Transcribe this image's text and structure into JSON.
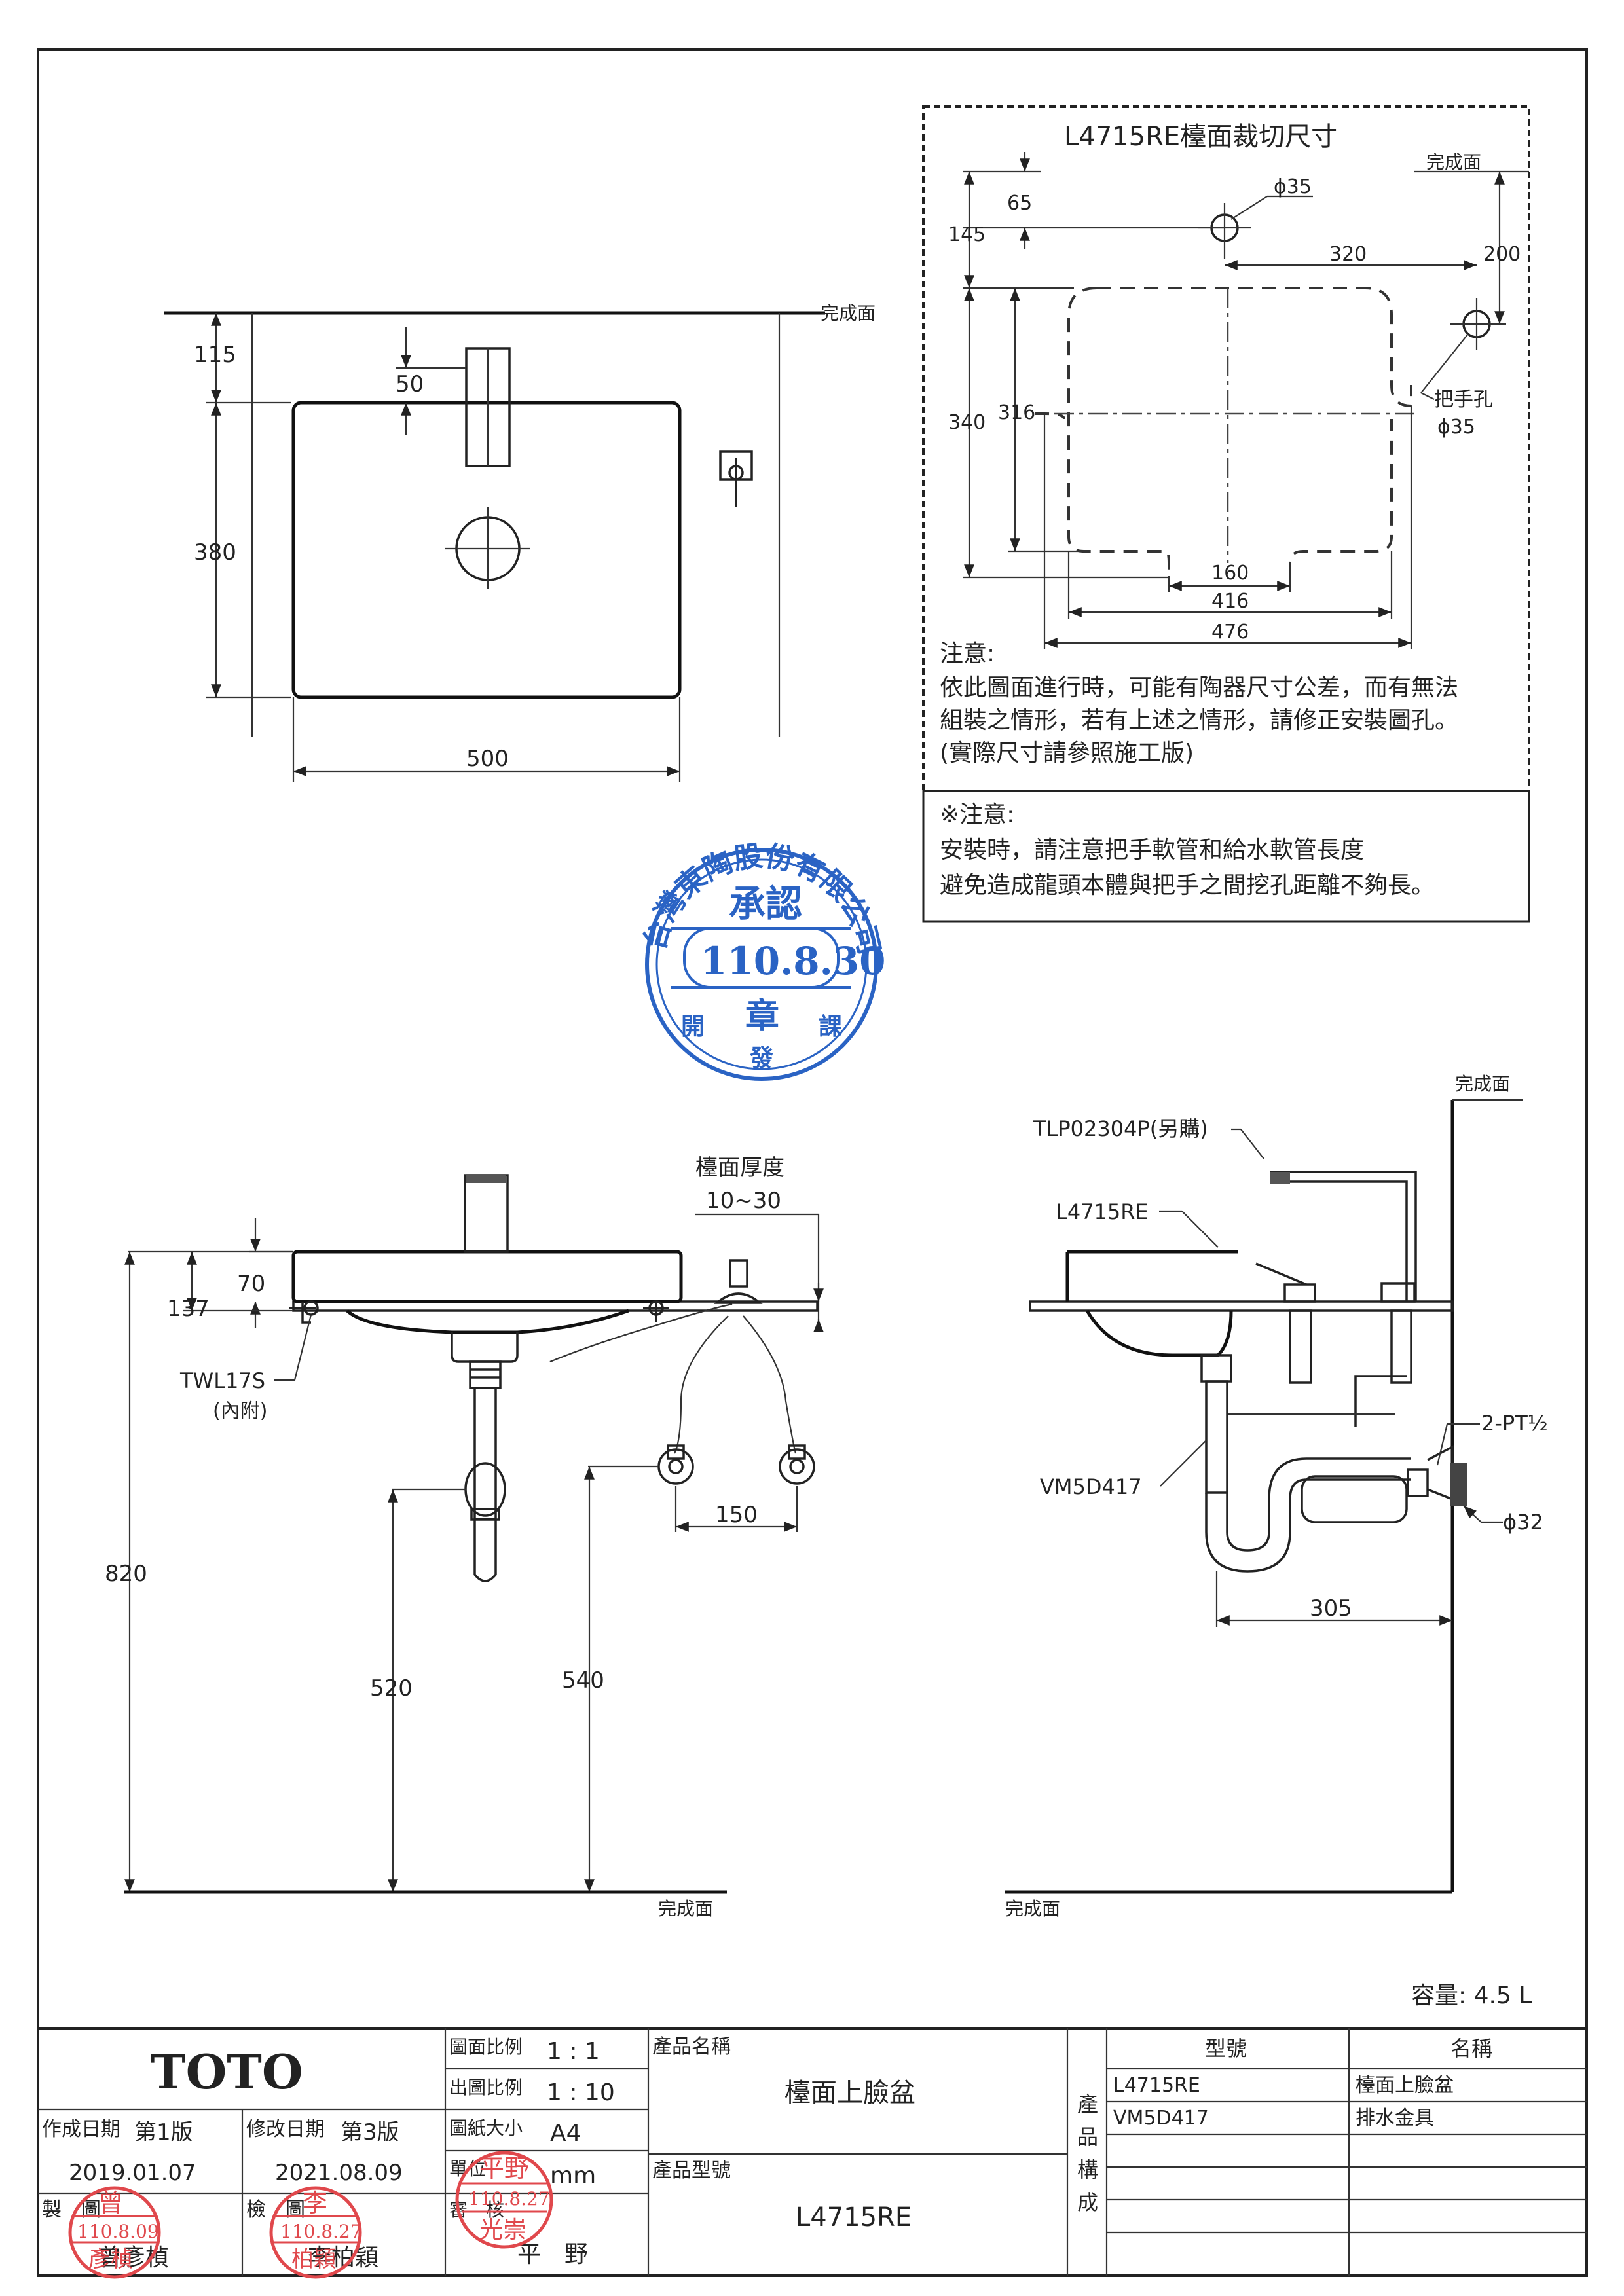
{
  "top_view": {
    "finished_surface": "完成面",
    "dim_115": "115",
    "dim_50": "50",
    "dim_380": "380",
    "dim_500": "500"
  },
  "cutout": {
    "title": "L4715RE檯面裁切尺寸",
    "finished_surface": "完成面",
    "dim_65": "65",
    "dim_phi35": "ϕ35",
    "dim_145": "145",
    "dim_320": "320",
    "dim_200": "200",
    "dim_340": "340",
    "dim_316": "316",
    "handle_hole": "把手孔",
    "handle_phi": "ϕ35",
    "dim_160": "160",
    "dim_416": "416",
    "dim_476": "476",
    "note_title": "注意:",
    "note_lines": [
      "依此圖面進行時，可能有陶器尺寸公差，而有無法",
      "組裝之情形，若有上述之情形，請修正安裝圖孔。",
      "(實際尺寸請參照施工版)"
    ]
  },
  "warning": {
    "title": "※注意:",
    "lines": [
      "安裝時，請注意把手軟管和給水軟管長度",
      "避免造成龍頭本體與把手之間挖孔距離不夠長。"
    ]
  },
  "stamp_approval": {
    "company": "台灣東陶股份有限公司",
    "approve": "承認",
    "date": "110.8.30",
    "seal": "章",
    "dept_left": "開",
    "dept_mid": "發",
    "dept_right": "課"
  },
  "front_view": {
    "counter_thickness_label": "檯面厚度",
    "counter_thickness_value": "10~30",
    "dim_70": "70",
    "dim_137": "137",
    "part_twl": "TWL17S",
    "part_twl_note": "(內附)",
    "dim_150": "150",
    "dim_820": "820",
    "dim_520": "520",
    "dim_540": "540",
    "finished_surface": "完成面"
  },
  "side_view": {
    "finished_surface_top": "完成面",
    "part_faucet": "TLP02304P(另購)",
    "part_basin": "L4715RE",
    "part_pt": "2-PT½",
    "part_trap": "VM5D417",
    "dim_phi32": "ϕ32",
    "dim_305": "305",
    "finished_surface_bottom": "完成面"
  },
  "capacity": "容量: 4.5 L",
  "title_block": {
    "brand": "TOTO",
    "created_label": "作成日期",
    "created_version": "第1版",
    "created_date": "2019.01.07",
    "revised_label": "修改日期",
    "revised_version": "第3版",
    "revised_date": "2021.08.09",
    "drawn_label": "製　圖",
    "drawn_name": "曾彥楨",
    "checked_label": "檢　圖",
    "checked_name": "李柏穎",
    "scale_label": "圖面比例",
    "scale_value": "1 : 1",
    "out_scale_label": "出圖比例",
    "out_scale_value": "1 : 10",
    "paper_label": "圖紙大小",
    "paper_value": "A4",
    "unit_label": "單位",
    "unit_value": "mm",
    "approved_label": "審　核",
    "approved_name": "平　野",
    "product_name_label": "產品名稱",
    "product_name": "檯面上臉盆",
    "product_model_label": "產品型號",
    "product_model": "L4715RE",
    "composition_label": [
      "產",
      "品",
      "構",
      "成"
    ],
    "table_headers": [
      "型號",
      "名稱"
    ],
    "table_rows": [
      [
        "L4715RE",
        "檯面上臉盆"
      ],
      [
        "VM5D417",
        "排水金具"
      ]
    ]
  },
  "seals": {
    "drawn_seal_top": "曾",
    "drawn_seal_date": "110.8.09",
    "drawn_seal_name": "彥楨",
    "checked_seal_top": "李",
    "checked_seal_date": "110.8.27",
    "checked_seal_name": "柏穎",
    "approved_seal_top": "平野",
    "approved_seal_date": "110.8.27",
    "approved_seal_name": "光崇"
  }
}
